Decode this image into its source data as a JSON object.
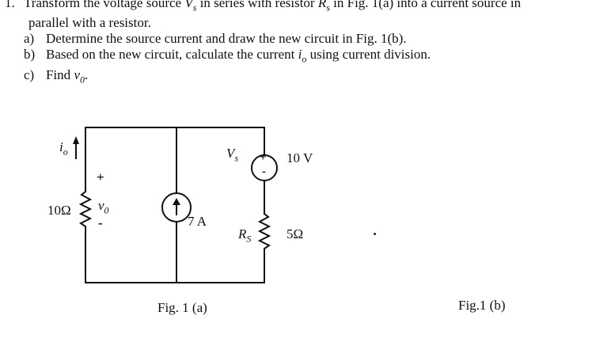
{
  "problem": {
    "number": "1.",
    "line1_pre": "Transform the voltage source ",
    "vs_var": "V",
    "vs_sub": "s",
    "line1_mid": " in series with resistor ",
    "rs_var": "R",
    "rs_sub": "s",
    "line1_post": " in Fig. 1(a) into a current source in",
    "line2": "parallel with a resistor.",
    "parts": [
      {
        "label": "a)",
        "text": "Determine the source current and draw the new circuit in Fig. 1(b)."
      },
      {
        "label": "b)",
        "text_pre": "Based on the new circuit, calculate the current ",
        "var": "i",
        "sub": "o",
        "text_post": " using current division."
      },
      {
        "label": "c)",
        "text_pre": "Find ",
        "var": "v",
        "sub": "0",
        "text_post": "."
      }
    ]
  },
  "circuit": {
    "io_label": "i",
    "io_sub": "o",
    "r10_label": "10Ω",
    "plus": "+",
    "minus": "-",
    "vo_label": "v",
    "vo_sub": "0",
    "current_source_value": "7 A",
    "vs_label": "V",
    "vs_sub": "s",
    "vs_plus": "+",
    "vs_minus": "-",
    "vs_value": "10 V",
    "rs_label": "R",
    "rs_sub": "S",
    "rs_value": "5Ω"
  },
  "captions": {
    "fig_a": "Fig. 1 (a)",
    "fig_b": "Fig.1 (b)"
  }
}
